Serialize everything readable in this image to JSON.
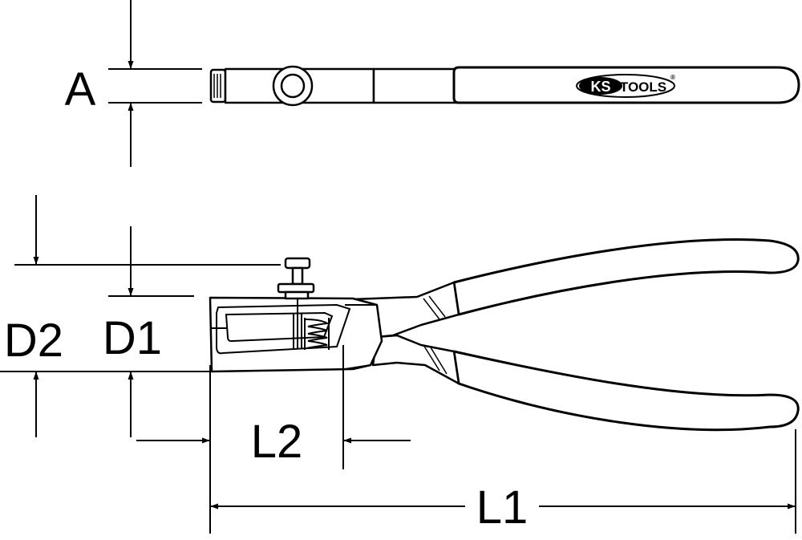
{
  "dimension_labels": {
    "a": "A",
    "d2": "D2",
    "d1": "D1",
    "l2": "L2",
    "l1": "L1"
  },
  "logo": {
    "brand_prefix": "KS",
    "brand_suffix": "TOOLS",
    "registered_mark": "®"
  }
}
